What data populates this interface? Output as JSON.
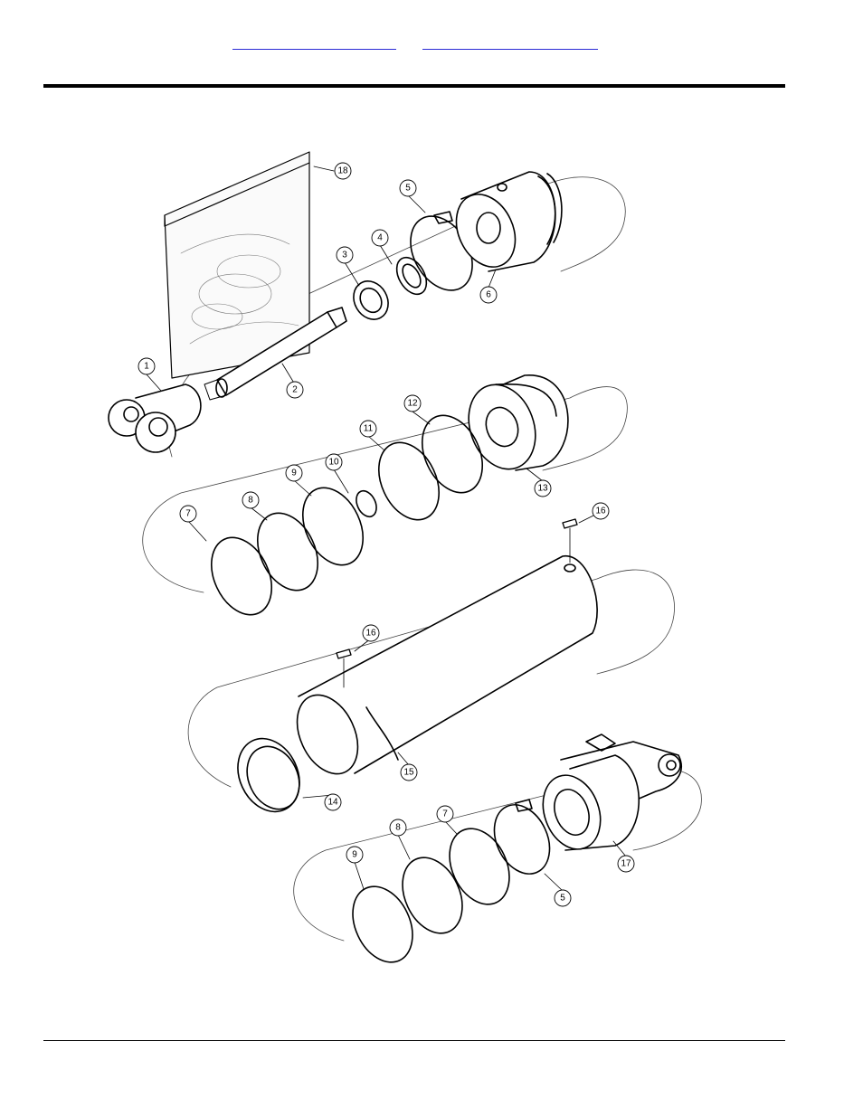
{
  "links": [
    {
      "text": ""
    },
    {
      "text": ""
    }
  ],
  "callouts": [
    {
      "id": "c18",
      "label": "18"
    },
    {
      "id": "c5a",
      "label": "5"
    },
    {
      "id": "c4",
      "label": "4"
    },
    {
      "id": "c3",
      "label": "3"
    },
    {
      "id": "c6",
      "label": "6"
    },
    {
      "id": "c1",
      "label": "1"
    },
    {
      "id": "c2",
      "label": "2"
    },
    {
      "id": "c12",
      "label": "12"
    },
    {
      "id": "c11",
      "label": "11"
    },
    {
      "id": "c10",
      "label": "10"
    },
    {
      "id": "c9a",
      "label": "9"
    },
    {
      "id": "c8a",
      "label": "8"
    },
    {
      "id": "c7a",
      "label": "7"
    },
    {
      "id": "c13",
      "label": "13"
    },
    {
      "id": "c16a",
      "label": "16"
    },
    {
      "id": "c16b",
      "label": "16"
    },
    {
      "id": "c15",
      "label": "15"
    },
    {
      "id": "c14",
      "label": "14"
    },
    {
      "id": "c17",
      "label": "17"
    },
    {
      "id": "c8b",
      "label": "8"
    },
    {
      "id": "c7b",
      "label": "7"
    },
    {
      "id": "c9b",
      "label": "9"
    },
    {
      "id": "c5b",
      "label": "5"
    }
  ]
}
